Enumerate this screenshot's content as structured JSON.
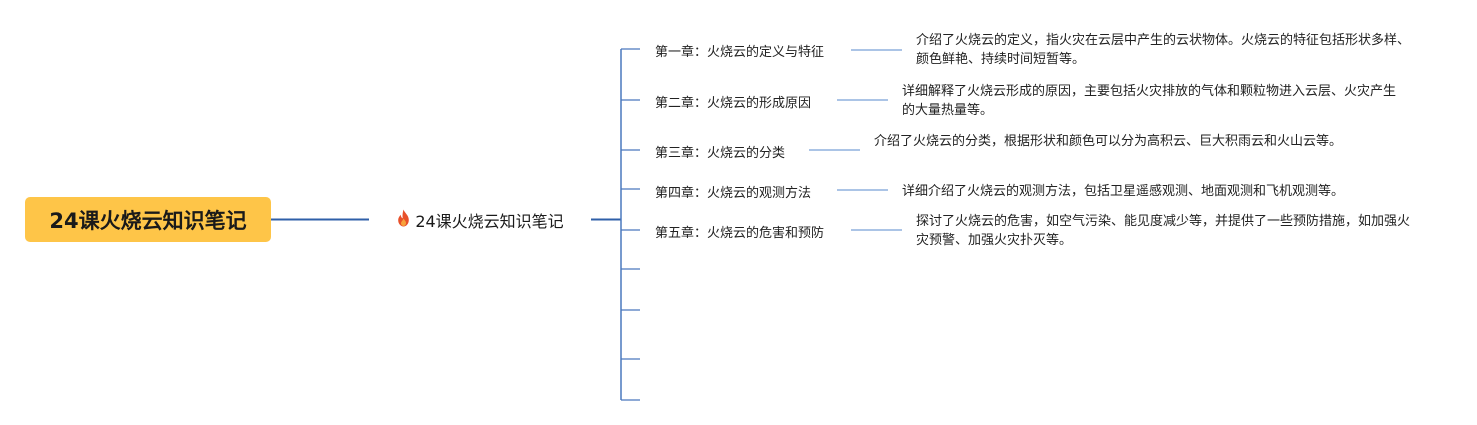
{
  "root": {
    "label": "24课火烧云知识笔记"
  },
  "topic": {
    "icon": "fire-icon",
    "label": "24课火烧云知识笔记"
  },
  "chapters": [
    {
      "title": "第一章：火烧云的定义与特征",
      "desc": "介绍了火烧云的定义，指火灾在云层中产生的云状物体。火烧云的特征包括形状多样、颜色鲜艳、持续时间短暂等。"
    },
    {
      "title": "第二章：火烧云的形成原因",
      "desc": "详细解释了火烧云形成的原因，主要包括火灾排放的气体和颗粒物进入云层、火灾产生的大量热量等。"
    },
    {
      "title": "第三章：火烧云的分类",
      "desc": "介绍了火烧云的分类，根据形状和颜色可以分为高积云、巨大积雨云和火山云等。"
    },
    {
      "title": "第四章：火烧云的观测方法",
      "desc": "详细介绍了火烧云的观测方法，包括卫星遥感观测、地面观测和飞机观测等。"
    },
    {
      "title": "第五章：火烧云的危害和预防",
      "desc": "探讨了火烧云的危害，如空气污染、能见度减少等，并提供了一些预防措施，如加强火灾预警、加强火灾扑灭等。"
    }
  ],
  "colors": {
    "root_fill": "#FEC548",
    "line": "#2F5FA8",
    "connector": "#8FB0DE"
  }
}
